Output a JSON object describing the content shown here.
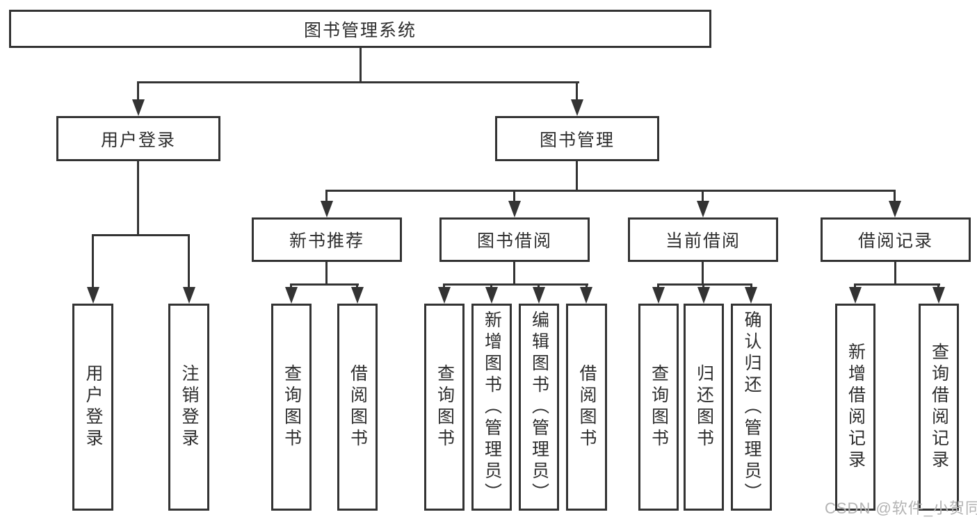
{
  "diagram_type": "functional-structure-tree",
  "tree": {
    "label": "图书管理系统",
    "children": [
      {
        "label": "用户登录",
        "children": [
          {
            "label": "用户登录"
          },
          {
            "label": "注销登录"
          }
        ]
      },
      {
        "label": "图书管理",
        "children": [
          {
            "label": "新书推荐",
            "children": [
              {
                "label": "查询图书"
              },
              {
                "label": "借阅图书"
              }
            ]
          },
          {
            "label": "图书借阅",
            "children": [
              {
                "label": "查询图书"
              },
              {
                "label": "新增图书（管理员）"
              },
              {
                "label": "编辑图书（管理员）"
              },
              {
                "label": "借阅图书"
              }
            ]
          },
          {
            "label": "当前借阅",
            "children": [
              {
                "label": "查询图书"
              },
              {
                "label": "归还图书"
              },
              {
                "label": "确认归还（管理员）"
              }
            ]
          },
          {
            "label": "借阅记录",
            "children": [
              {
                "label": "新增借阅记录"
              },
              {
                "label": "查询借阅记录"
              }
            ]
          }
        ]
      }
    ]
  },
  "watermark": {
    "text": "CSDN @软件_小贺同学",
    "color": "#b3b3b3"
  },
  "colors": {
    "line": "#333333",
    "text": "#2d2d2d",
    "background": "#ffffff"
  }
}
